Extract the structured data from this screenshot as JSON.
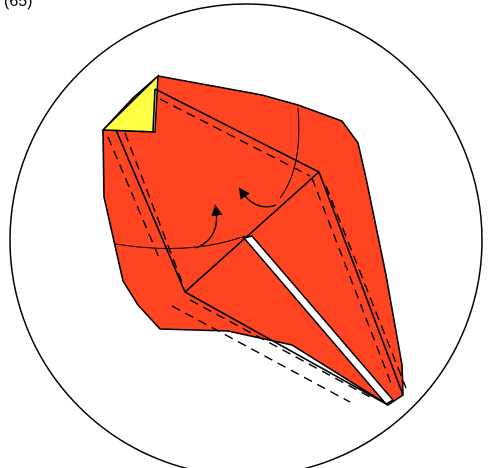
{
  "diagram": {
    "step_label": "(65)",
    "colors": {
      "paper_front": "#ff4422",
      "paper_back_corner": "#ffff44",
      "outline": "#000000",
      "circle": "#000000",
      "slit": "#ffffff",
      "background": "#ffffff"
    },
    "parts": [
      "frame-circle",
      "red-model-body",
      "yellow-corner-flap",
      "dashed-fold-lines",
      "crease-lines",
      "fold-arrow-left",
      "fold-arrow-right",
      "white-slit"
    ]
  }
}
